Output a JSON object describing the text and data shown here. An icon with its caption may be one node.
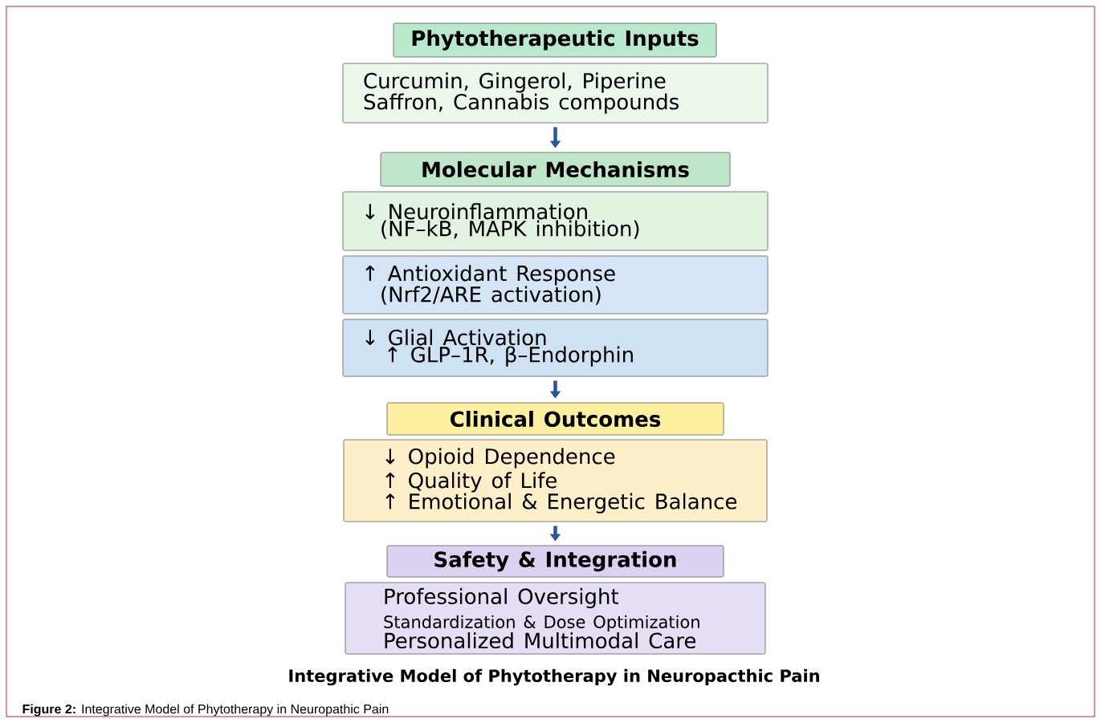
{
  "diagram": {
    "caption": "**Figure 2:** Integrative Model of Phytotherapy in Neuropathic Pain",
    "nodes": [
      {
        "text": [
          "Phytotherapeutic Inputs"
        ]
      },
      {
        "text": [
          "Curcumin, Gingerol, Piperine",
          "Saffron, Cannabis compounds"
        ]
      },
      {
        "text": [
          "Molecular Mechanisms"
        ]
      },
      {
        "text": [
          "↓ Neuroinflammation",
          "(NF–kB, MAPK inhibition)"
        ]
      },
      {
        "text": [
          "↑ Antioxidant Response",
          "(Nrf2/ARE activation)"
        ]
      },
      {
        "text": [
          "↓ Glial Activation",
          "↑ GLP–1R, β–Endorphin"
        ]
      },
      {
        "text": [
          "Clinical Outcomes"
        ]
      },
      {
        "text": [
          "↓ Opioid Dependence",
          "↑ Quality of Life",
          "↑ Emotional & Energetic Balance"
        ]
      },
      {
        "text": [
          "Safety & Integration"
        ]
      },
      {
        "text": [
          "Professional Oversight",
          "Standardization & Dose Optimization",
          "Personalized Multimodal Care"
        ]
      }
    ],
    "edges": [
      {
        "from": 1,
        "to": 2,
        "arrow": "to"
      },
      {
        "from": 5,
        "to": 6,
        "arrow": "to"
      },
      {
        "from": 7,
        "to": 8,
        "arrow": "to"
      }
    ],
    "labels": [
      "Integrative Model of Phytotherapy in Neuropacthic Pain"
    ]
  }
}
